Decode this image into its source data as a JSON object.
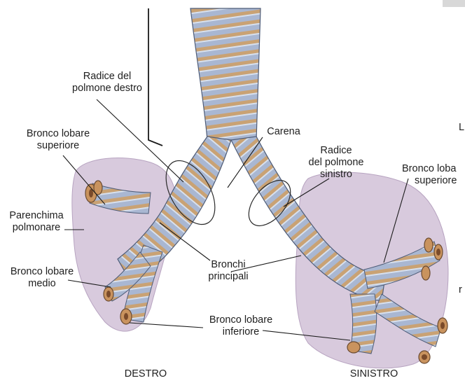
{
  "labels": {
    "radice_destro": [
      "Radice del",
      "polmone destro"
    ],
    "carena": "Carena",
    "radice_sinistro": [
      "Radice",
      "del polmone",
      "sinistro"
    ],
    "bronco_sup_dx": [
      "Bronco lobare",
      "superiore"
    ],
    "bronco_sup_sx": [
      "Bronco loba",
      "superiore"
    ],
    "parenchima": [
      "Parenchima",
      "polmonare"
    ],
    "bronco_medio": [
      "Bronco lobare",
      "medio"
    ],
    "bronchi_principali": [
      "Bronchi",
      "principali"
    ],
    "bronco_inferiore": [
      "Bronco lobare",
      "inferiore"
    ],
    "destro": "DESTRO",
    "sinistro": "SINISTRO",
    "edge_l": "L",
    "edge_r": "r"
  },
  "colors": {
    "cartilage": "#a8b6d0",
    "membrane": "#c8a070",
    "lung": "#d6c8dc",
    "outline": "#5a4a40"
  }
}
